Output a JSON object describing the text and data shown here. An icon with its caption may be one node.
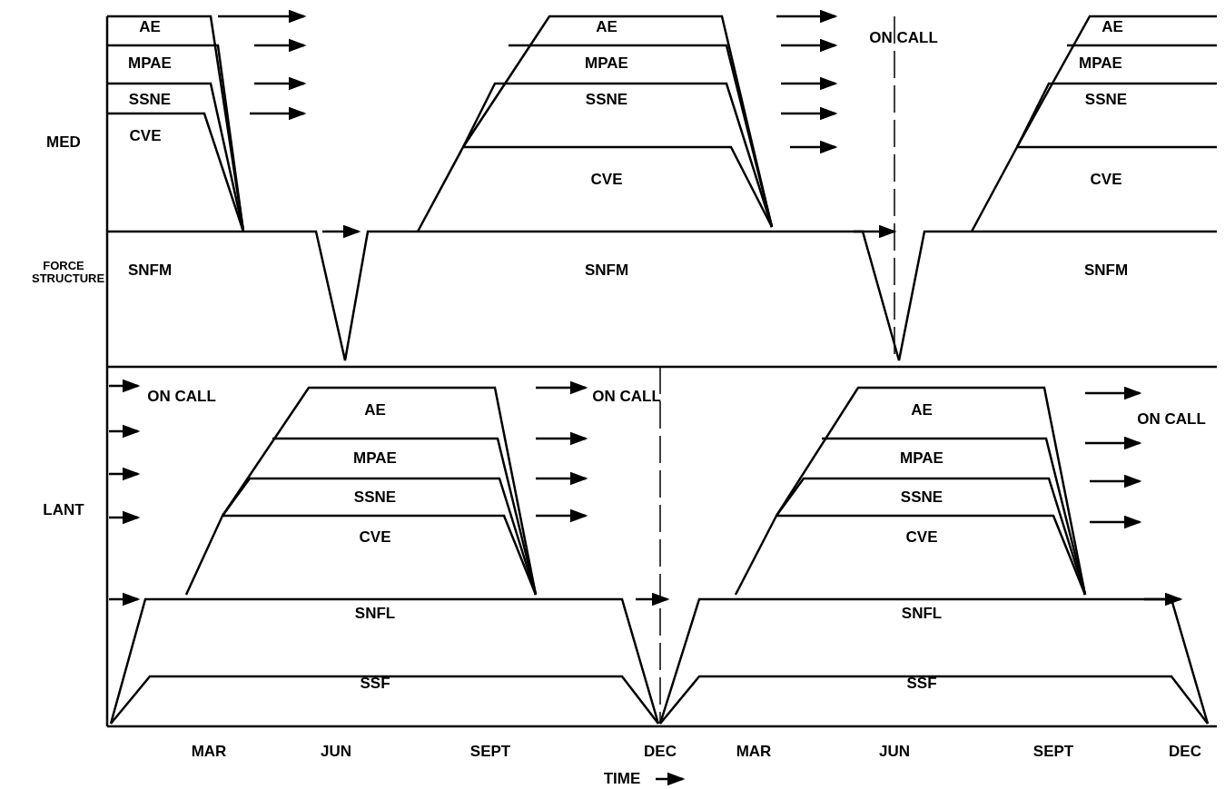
{
  "diagram": {
    "labels": [
      "AE",
      "AE",
      "ON CALL",
      "AE",
      "MPAE",
      "MPAE",
      "MPAE",
      "SSNE",
      "SSNE",
      "SSNE",
      "MED",
      "CVE",
      "CVE",
      "CVE",
      "FORCE STRUCTURE",
      "SNFM",
      "SNFM",
      "SNFM",
      "ON CALL",
      "AE",
      "ON CALL",
      "AE",
      "ON CALL",
      "MPAE",
      "MPAE",
      "SSNE",
      "SSNE",
      "LANT",
      "CVE",
      "CVE",
      "SNFL",
      "SNFL",
      "SSF",
      "SSF",
      "MAR",
      "JUN",
      "SEPT",
      "DEC",
      "MAR",
      "JUN",
      "SEPT",
      "DEC",
      "TIME"
    ]
  }
}
